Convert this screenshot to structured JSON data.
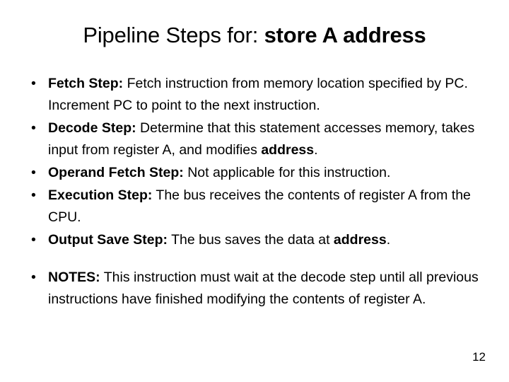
{
  "slide": {
    "title": {
      "prefix": "Pipeline Steps for: ",
      "emphasis": "store A address"
    },
    "bullet_marker": "•",
    "bullets": [
      {
        "lead": "Fetch Step:",
        "text_before": " Fetch instruction from memory location specified by PC. Increment PC to point to the next instruction.",
        "strong": "",
        "text_after": "",
        "extra_space_before": false
      },
      {
        "lead": "Decode Step:",
        "text_before": " Determine that this statement accesses memory, takes input from register A, and modifies ",
        "strong": "address",
        "text_after": ".",
        "extra_space_before": false
      },
      {
        "lead": "Operand Fetch Step:",
        "text_before": " Not applicable for this instruction.",
        "strong": "",
        "text_after": "",
        "extra_space_before": false
      },
      {
        "lead": "Execution Step:",
        "text_before": " The bus receives the contents of register A from the CPU.",
        "strong": "",
        "text_after": "",
        "extra_space_before": false
      },
      {
        "lead": "Output Save Step:",
        "text_before": " The bus saves the data at ",
        "strong": "address",
        "text_after": ".",
        "extra_space_before": false
      },
      {
        "lead": "NOTES:",
        "text_before": " This instruction must wait at the decode step until all previous instructions have finished modifying the contents of register A.",
        "strong": "",
        "text_after": "",
        "extra_space_before": true
      }
    ],
    "page_number": "12",
    "colors": {
      "background": "#ffffff",
      "text": "#000000"
    }
  }
}
